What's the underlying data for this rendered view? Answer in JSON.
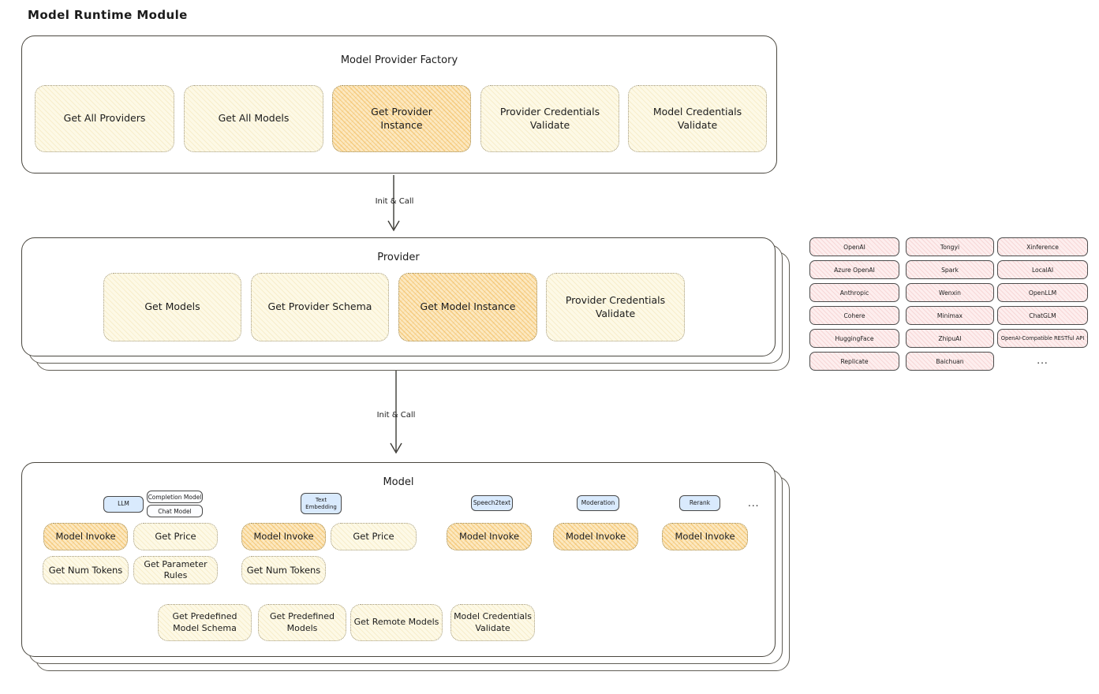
{
  "title": "Model Runtime Module",
  "arrows": [
    {
      "label": "Init & Call"
    },
    {
      "label": "Init & Call"
    }
  ],
  "factory": {
    "title": "Model Provider Factory",
    "items": [
      {
        "label": "Get All Providers",
        "variant": "cream"
      },
      {
        "label": "Get All Models",
        "variant": "cream"
      },
      {
        "label": "Get Provider Instance",
        "variant": "orange"
      },
      {
        "label": "Provider Credentials Validate",
        "variant": "cream"
      },
      {
        "label": "Model Credentials Validate",
        "variant": "cream"
      }
    ]
  },
  "provider": {
    "title": "Provider",
    "items": [
      {
        "label": "Get Models",
        "variant": "cream"
      },
      {
        "label": "Get Provider Schema",
        "variant": "cream"
      },
      {
        "label": "Get Model Instance",
        "variant": "orange"
      },
      {
        "label": "Provider Credentials Validate",
        "variant": "cream"
      }
    ]
  },
  "providers": {
    "columns": [
      [
        "OpenAI",
        "Azure OpenAI",
        "Anthropic",
        "Cohere",
        "HuggingFace",
        "Replicate"
      ],
      [
        "Tongyi",
        "Spark",
        "Wenxin",
        "Minimax",
        "ZhipuAI",
        "Baichuan"
      ],
      [
        "Xinference",
        "LocalAI",
        "OpenLLM",
        "ChatGLM",
        "OpenAI-Compatible RESTful API"
      ]
    ],
    "more_label": "..."
  },
  "model": {
    "title": "Model",
    "types": [
      "LLM",
      "Completion Model",
      "Chat Model",
      "Text Embedding",
      "Speech2text",
      "Moderation",
      "Rerank"
    ],
    "types_more": "...",
    "ops": [
      "Model Invoke",
      "Get Price",
      "Get Num Tokens",
      "Get Parameter Rules",
      "Model Invoke",
      "Get Price",
      "Get Num Tokens",
      "Model Invoke",
      "Model Invoke",
      "Model Invoke",
      "Get Predefined Model Schema",
      "Get Predefined Models",
      "Get Remote Models",
      "Model Credentials Validate"
    ]
  },
  "colors": {
    "node_cream": "#fdf9e6",
    "node_orange": "#fce8c0",
    "provider_pink": "#fdeeee",
    "tag_blue": "#d9eafd",
    "stroke": "#4a473f"
  }
}
